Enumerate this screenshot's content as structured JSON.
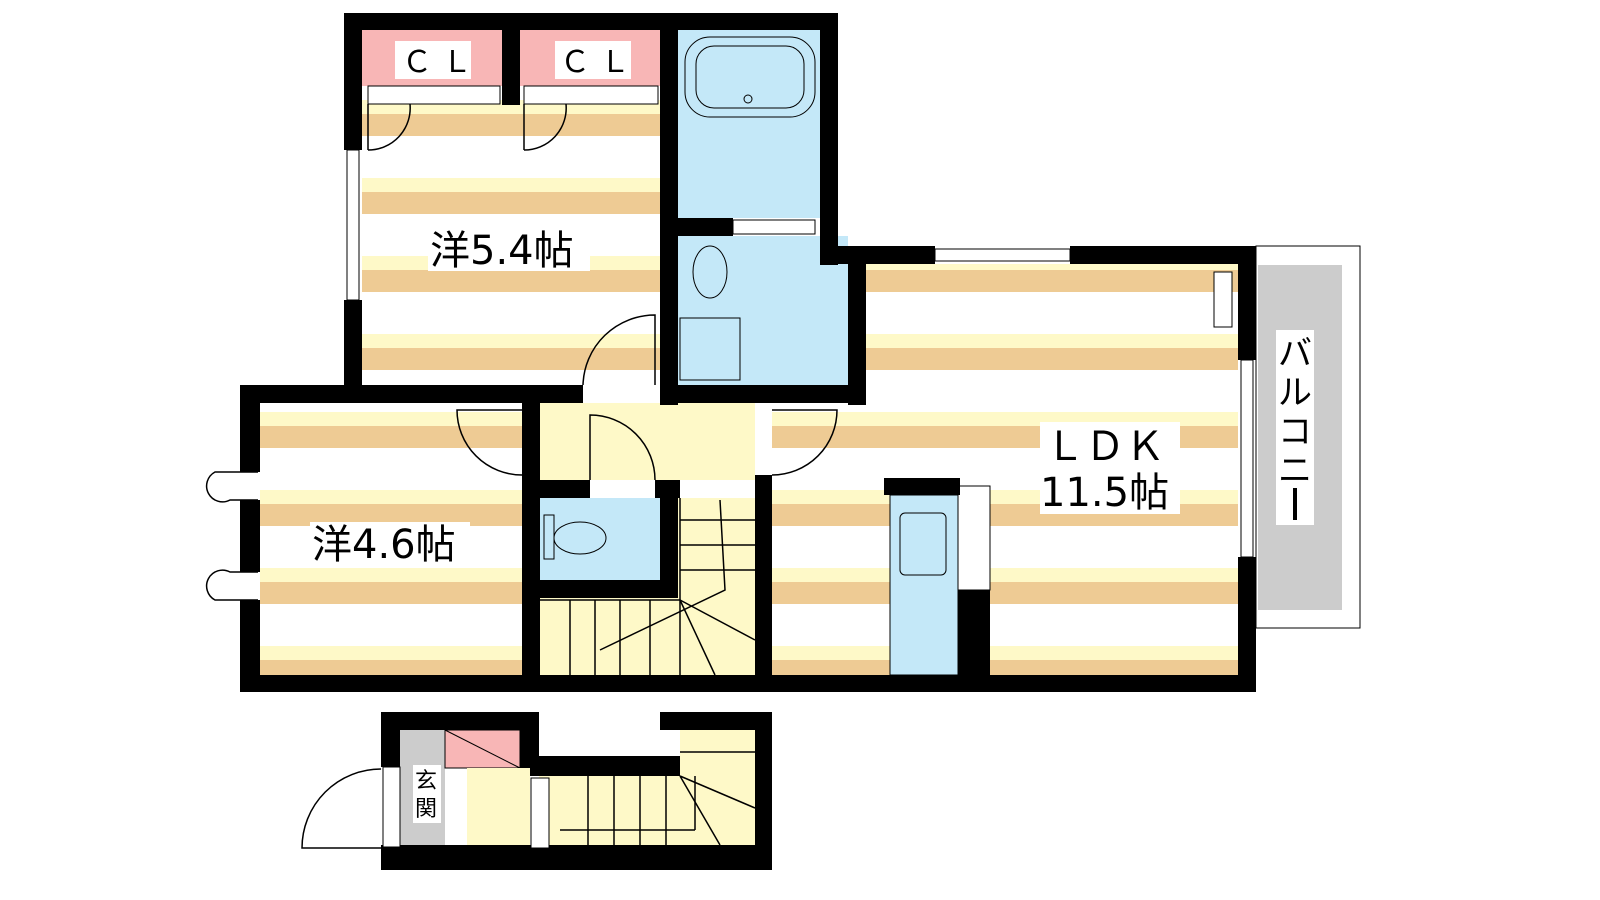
{
  "rooms": {
    "western1": {
      "name": "洋5.4帖"
    },
    "western2": {
      "name": "洋4.6帖"
    },
    "ldk": {
      "name": "ＬＤＫ",
      "size": "11.5帖"
    },
    "closet1": {
      "name": "ＣＬ"
    },
    "closet2": {
      "name": "ＣＬ"
    },
    "balcony": {
      "chars": [
        "バ",
        "ル",
        "コ",
        "ニ",
        "ー"
      ]
    },
    "entrance": {
      "chars": [
        "玄",
        "関"
      ]
    }
  },
  "colors": {
    "floor_yellow": "#fef9c8",
    "floor_tan": "#eecb94",
    "wet_blue": "#c4e8f8",
    "closet_pink": "#f8b6b6",
    "balcony_gray": "#cccccc"
  }
}
